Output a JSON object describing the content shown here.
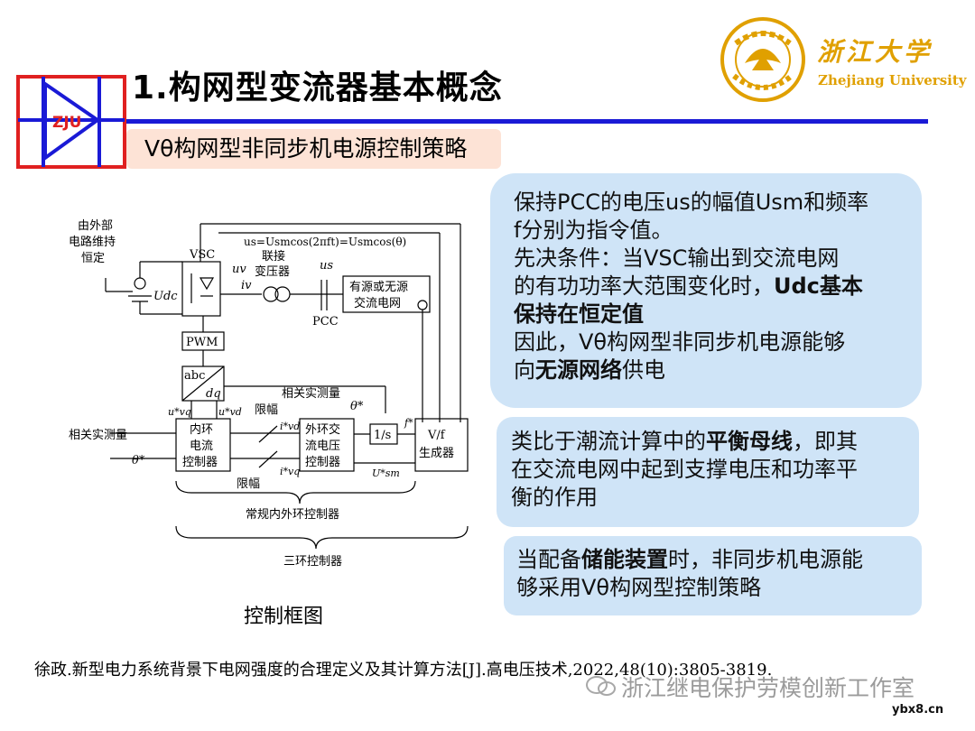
{
  "header": {
    "title": "1.构网型变流器基本概念",
    "subtitle": "Vθ构网型非同步机电源控制策略",
    "logo_text": "ZJU",
    "university_cn": "浙江大学",
    "university_en": "Zhejiang University"
  },
  "boxes": {
    "box1": {
      "lines": [
        "保持PCC的电压us的幅值Usm和频率",
        "f分别为指令值。",
        "先决条件：当VSC输出到交流电网",
        "的有功功率大范围变化时，"
      ],
      "bold1": "Udc基本",
      "bold2": "保持在恒定值",
      "line6": "因此，Vθ构网型非同步机电源能够",
      "line7_pre": "向",
      "line7_bold": "无源网络",
      "line7_post": "供电"
    },
    "box2": {
      "pre": "类比于潮流计算中的",
      "bold": "平衡母线",
      "post": "，即其",
      "line2": "在交流电网中起到支撑电压和功率平",
      "line3": "衡的作用"
    },
    "box3": {
      "pre": "当配备",
      "bold": "储能装置",
      "post": "时，非同步机电源能",
      "line2": "够采用Vθ构网型控制策略"
    }
  },
  "diagram": {
    "label_external": [
      "由外部",
      "电路维持",
      "恒定"
    ],
    "vsc": "VSC",
    "us_eq": "us=Usmcos(2πft)=Usmcos(θ)",
    "transformer": [
      "联接",
      "变压器"
    ],
    "uv": "uv",
    "iv": "iv",
    "us": "us",
    "grid": [
      "有源或无源",
      "交流电网"
    ],
    "pcc": "PCC",
    "udc": "Udc",
    "pwm": "PWM",
    "abc": "abc",
    "dq": "dq",
    "uvq": "u*vq",
    "uvd": "u*vd",
    "measure_top": "相关实测量",
    "limit_top": "限幅",
    "theta_star_top": "θ*",
    "ivd": "i*vd",
    "ivq": "i*vq",
    "inner": [
      "内环",
      "电流",
      "控制器"
    ],
    "outer": [
      "外环交",
      "流电压",
      "控制器"
    ],
    "integrator": "1/s",
    "fstar": "f*",
    "vf": [
      "V/f",
      "生成器"
    ],
    "usm": "U*sm",
    "measure_left": "相关实测量",
    "theta_star_left": "θ*",
    "limit_bottom": "限幅",
    "brace1": "常规内外环控制器",
    "brace2": "三环控制器"
  },
  "caption": "控制框图",
  "reference": "徐政.新型电力系统背景下电网强度的合理定义及其计算方法[J].高电压技术,2022,48(10):3805-3819.",
  "watermark": "浙江继电保护劳模创新工作室",
  "site": "ybx8.cn",
  "colors": {
    "title_rule": "#1a1ad6",
    "logo_red": "#e02020",
    "logo_blue": "#1a1ad6",
    "box_bg": "#cfe4f7",
    "subtitle_bg": "#fde3d6",
    "gold": "#e0a000"
  }
}
